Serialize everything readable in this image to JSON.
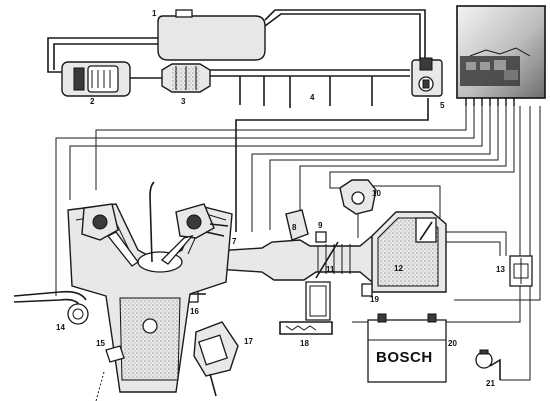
{
  "labels": {
    "n1": "1",
    "n2": "2",
    "n3": "3",
    "n4": "4",
    "n5": "5",
    "n7": "7",
    "n8": "8",
    "n9": "9",
    "n10": "10",
    "n11": "11",
    "n12": "12",
    "n13": "13",
    "n14": "14",
    "n15": "15",
    "n16": "16",
    "n17": "17",
    "n18": "18",
    "n19": "19",
    "n20": "20",
    "n21": "21"
  },
  "battery_brand": "BOSCH"
}
